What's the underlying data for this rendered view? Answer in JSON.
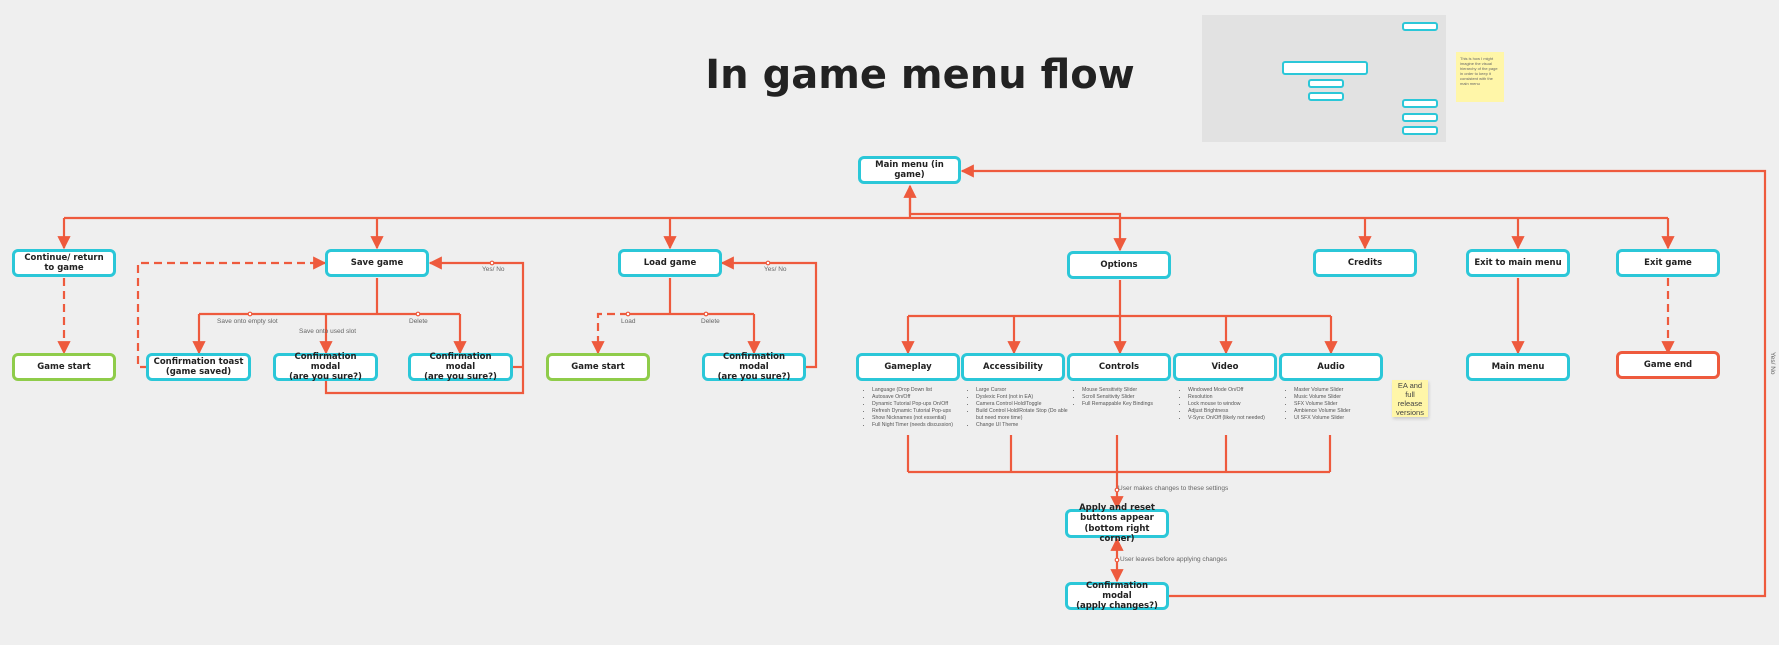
{
  "title": "In game menu flow",
  "nodes": {
    "main_menu": "Main menu (in game)",
    "continue": "Continue/ return to game",
    "save_game": "Save game",
    "load_game": "Load game",
    "options": "Options",
    "credits": "Credits",
    "exit_to_main": "Exit to main menu",
    "exit_game": "Exit game",
    "game_start_1": "Game start",
    "confirm_toast": "Confirmation toast (game saved)",
    "confirm_modal_1": "Confirmation modal\n(are you sure?)",
    "confirm_modal_2": "Confirmation modal\n(are you sure?)",
    "game_start_2": "Game start",
    "confirm_modal_3": "Confirmation modal\n(are you sure?)",
    "gameplay": "Gameplay",
    "accessibility": "Accessibility",
    "controls": "Controls",
    "video": "Video",
    "audio": "Audio",
    "main_menu_2": "Main menu",
    "game_end": "Game end",
    "apply_reset": "Apply and reset buttons appear (bottom right corner)",
    "confirm_apply": "Confirmation modal\n(apply changes?)"
  },
  "edge_labels": {
    "save_empty": "Save onto empty slot",
    "save_used": "Save onto used slot",
    "delete_1": "Delete",
    "yes_no_1": "Yes/ No",
    "load": "Load",
    "delete_2": "Delete",
    "yes_no_2": "Yes/ No",
    "user_changes": "User makes changes to these settings",
    "user_leaves": "User leaves before applying changes",
    "yes_no_3": "Yes/ No"
  },
  "notes": {
    "gameplay": [
      "Language (Drop Down list",
      "Autosave On/Off",
      "Dynamic Tutorial Pop-ups On/Off",
      "Refresh Dynamic Tutorial Pop-ups",
      "Show Nicknames (not essential)",
      "Full Night Timer (needs discussion)"
    ],
    "accessibility": [
      "Large Cursor",
      "Dyslexic Font (not in EA)",
      "Camera Control Hold/Toggle",
      "Build Control Hold/Rotate Stop (Do able but need more time)",
      "Change UI Theme"
    ],
    "controls": [
      "Mouse Sensitivity Slider",
      "Scroll Sensitivity Slider",
      "Full Remappable Key Bindings"
    ],
    "video": [
      "Windowed Mode On/Off",
      "Resolution",
      "Lock mouse to window",
      "Adjust Brightness",
      "V-Sync On/Off (likely not needed)"
    ],
    "audio": [
      "Master Volume Slider",
      "Music Volume Slider",
      "SFX Volume Slider",
      "Ambience Volume Slider",
      "UI SFX Volume Slider"
    ]
  },
  "sticky_note": "EA and full release versions",
  "thumbnail_note": "This is how I might imagine the visual hierarchy of the page in order to keep it consistent with the main menu",
  "colors": {
    "node_border": "#2bc7d8",
    "start_border": "#8fcc4a",
    "end_border": "#ee5a3d",
    "arrow": "#ee5a3d",
    "background": "#efefef",
    "sticky": "#fff6a8"
  }
}
